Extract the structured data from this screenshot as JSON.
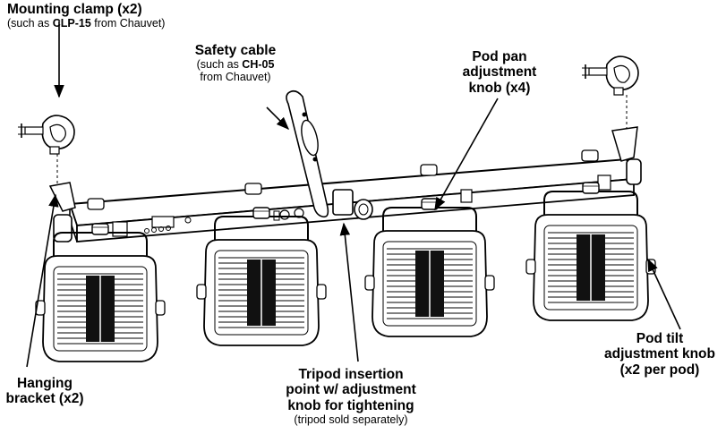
{
  "labels": {
    "mounting_clamp": {
      "title": "Mounting clamp (x2)",
      "sub_prefix": "(such as ",
      "sub_model": "CLP-15",
      "sub_suffix": " from Chauvet)"
    },
    "safety_cable": {
      "title": "Safety cable",
      "sub_prefix": "(such as ",
      "sub_model": "CH-05",
      "sub_line2": "from Chauvet)"
    },
    "pod_pan_knob": {
      "line1": "Pod pan",
      "line2": "adjustment",
      "line3": "knob (x4)"
    },
    "hanging_bracket": {
      "line1": "Hanging",
      "line2": "bracket (x2)"
    },
    "tripod_point": {
      "line1": "Tripod insertion",
      "line2": "point w/ adjustment",
      "line3": "knob for tightening",
      "sub": "(tripod sold separately)"
    },
    "pod_tilt_knob": {
      "line1": "Pod tilt",
      "line2": "adjustment knob",
      "line3": "(x2 per pod)"
    }
  },
  "colors": {
    "line": "#000000",
    "fill": "#ffffff",
    "fin": "#000000"
  }
}
